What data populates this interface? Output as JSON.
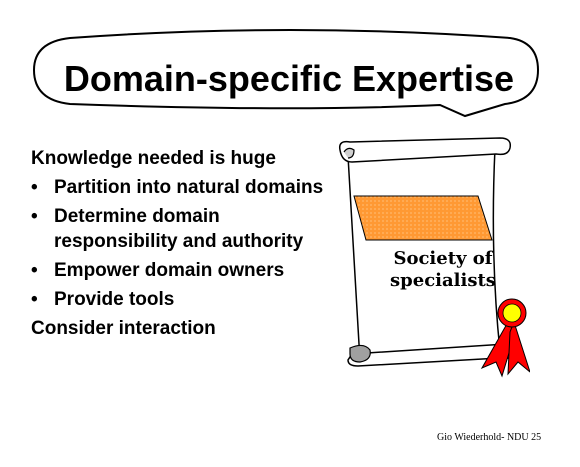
{
  "title": "Domain-specific Expertise",
  "body": {
    "top_line": "Knowledge needed is huge",
    "bullets": [
      "Partition into natural domains",
      "Determine domain responsibility and authority",
      "Empower domain owners",
      "Provide tools"
    ],
    "bottom_line": "Consider interaction"
  },
  "illustration": {
    "caption_line1": "Society of",
    "caption_line2": "specialists",
    "label_color": "#ff9933",
    "ribbon_color": "#ff0000",
    "seal_color": "#ffff00"
  },
  "footer": "Gio Wiederhold- NDU 25"
}
